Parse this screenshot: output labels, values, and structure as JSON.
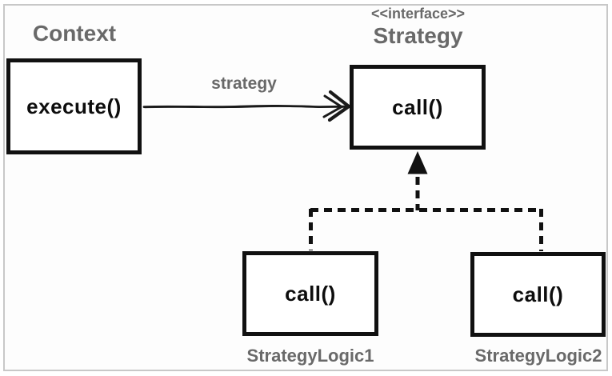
{
  "colors": {
    "label_gray": "#696969",
    "box_border": "#111111",
    "box_fill": "#ffffff",
    "line": "#1a1a1a",
    "frame_color": "#c8c8c8",
    "inner_bg": "#fdfdfd"
  },
  "context": {
    "title": "Context",
    "method": "execute()"
  },
  "association": {
    "label": "strategy"
  },
  "interface": {
    "stereotype": "<<interface>>",
    "title": "Strategy",
    "method": "call()"
  },
  "implementations": [
    {
      "method": "call()",
      "label": "StrategyLogic1"
    },
    {
      "method": "call()",
      "label": "StrategyLogic2"
    }
  ]
}
